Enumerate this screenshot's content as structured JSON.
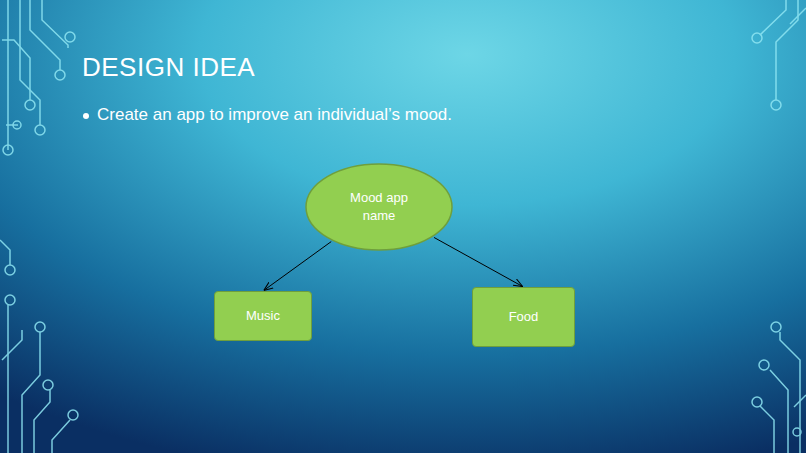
{
  "diagram": {
    "title": "DESIGN IDEA",
    "nodes": [
      {
        "text": [
          "Mood app name"
        ]
      },
      {
        "text": [
          "Music"
        ]
      },
      {
        "text": [
          "Food"
        ]
      }
    ],
    "edges": [
      {
        "from": 0,
        "to": 1,
        "arrow": "to"
      },
      {
        "from": 0,
        "to": 2,
        "arrow": "to"
      }
    ],
    "labels": [
      "Create an app to improve an individual’s mood."
    ]
  }
}
